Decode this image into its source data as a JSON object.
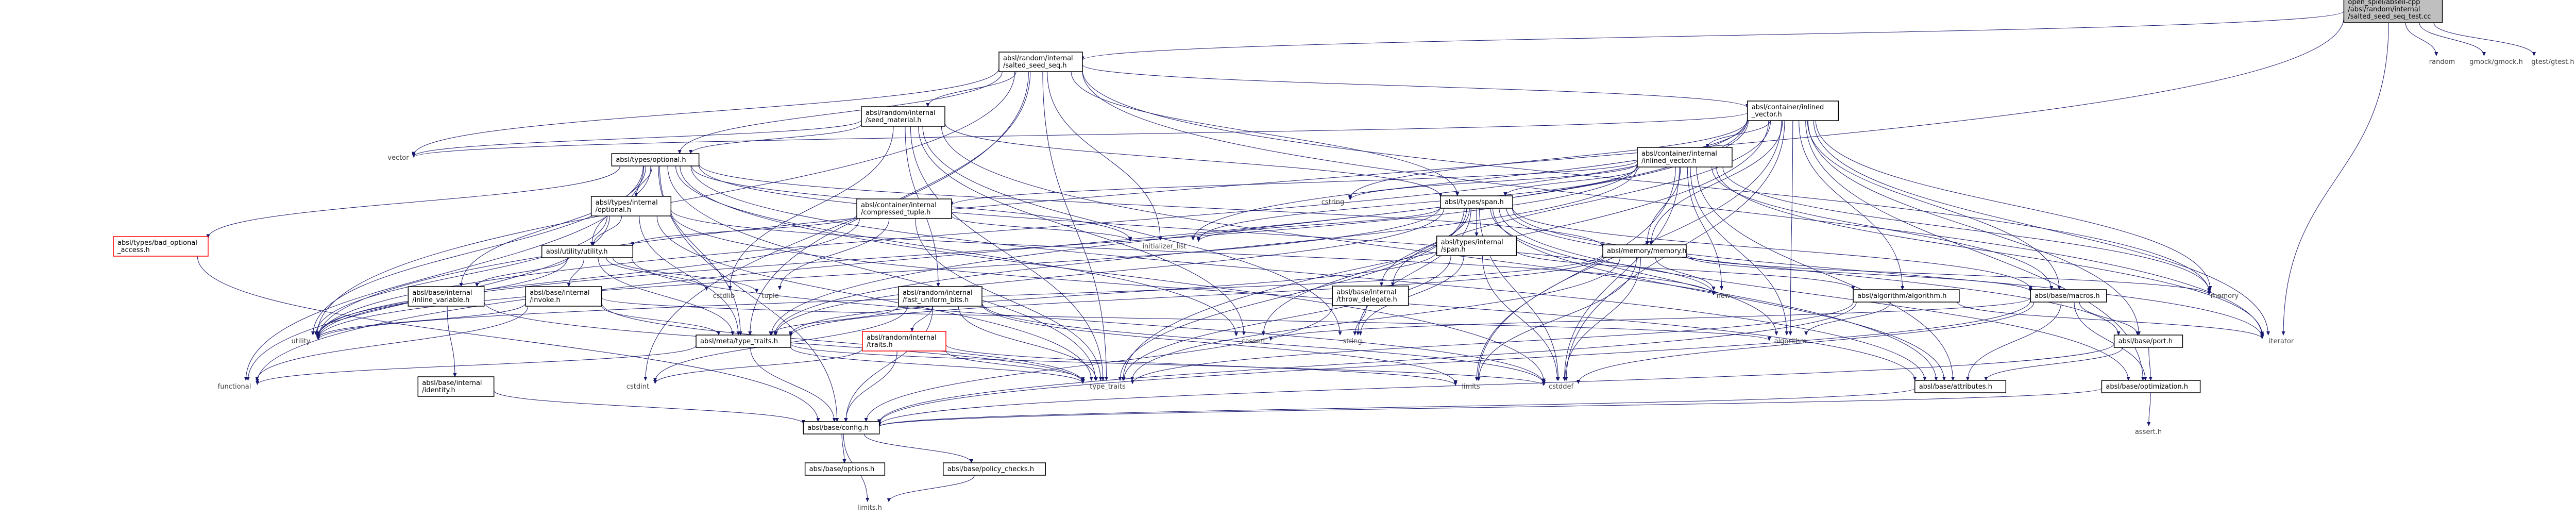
{
  "graph": {
    "colors": {
      "edge": "#191970",
      "box_border": "#000000",
      "root_fill": "#bfbfbf",
      "missing_border": "#ff0000"
    },
    "nodes": {
      "root": {
        "lines": [
          "open_spiel/abseil-cpp",
          "/absl/random/internal",
          "/salted_seed_seq_test.cc"
        ],
        "kind": "root"
      },
      "salted": {
        "lines": [
          "absl/random/internal",
          "/salted_seed_seq.h"
        ],
        "kind": "file"
      },
      "random": {
        "lines": [
          "random"
        ],
        "kind": "ext"
      },
      "gmock": {
        "lines": [
          "gmock/gmock.h"
        ],
        "kind": "ext"
      },
      "gtest": {
        "lines": [
          "gtest/gtest.h"
        ],
        "kind": "ext"
      },
      "seedmat": {
        "lines": [
          "absl/random/internal",
          "/seed_material.h"
        ],
        "kind": "file"
      },
      "inlvec": {
        "lines": [
          "absl/container/inlined",
          "_vector.h"
        ],
        "kind": "file"
      },
      "vector": {
        "lines": [
          "vector"
        ],
        "kind": "ext"
      },
      "optional": {
        "lines": [
          "absl/types/optional.h"
        ],
        "kind": "file"
      },
      "ctinl": {
        "lines": [
          "absl/container/internal",
          "/inlined_vector.h"
        ],
        "kind": "file"
      },
      "badopt": {
        "lines": [
          "absl/types/bad_optional",
          "_access.h"
        ],
        "kind": "missing"
      },
      "topt": {
        "lines": [
          "absl/types/internal",
          "/optional.h"
        ],
        "kind": "file"
      },
      "comptup": {
        "lines": [
          "absl/container/internal",
          "/compressed_tuple.h"
        ],
        "kind": "file"
      },
      "cstring": {
        "lines": [
          "cstring"
        ],
        "kind": "ext"
      },
      "span": {
        "lines": [
          "absl/types/span.h"
        ],
        "kind": "file"
      },
      "initlist": {
        "lines": [
          "initializer_list"
        ],
        "kind": "ext"
      },
      "utility_h": {
        "lines": [
          "absl/utility/utility.h"
        ],
        "kind": "file"
      },
      "tspan": {
        "lines": [
          "absl/types/internal",
          "/span.h"
        ],
        "kind": "file"
      },
      "memory_h": {
        "lines": [
          "absl/memory/memory.h"
        ],
        "kind": "file"
      },
      "new": {
        "lines": [
          "new"
        ],
        "kind": "ext"
      },
      "memory": {
        "lines": [
          "memory"
        ],
        "kind": "ext"
      },
      "cstdlib": {
        "lines": [
          "cstdlib"
        ],
        "kind": "ext"
      },
      "tuple": {
        "lines": [
          "tuple"
        ],
        "kind": "ext"
      },
      "inlvar": {
        "lines": [
          "absl/base/internal",
          "/inline_variable.h"
        ],
        "kind": "file"
      },
      "invoke": {
        "lines": [
          "absl/base/internal",
          "/invoke.h"
        ],
        "kind": "file"
      },
      "fastuni": {
        "lines": [
          "absl/random/internal",
          "/fast_uniform_bits.h"
        ],
        "kind": "file"
      },
      "throwdel": {
        "lines": [
          "absl/base/internal",
          "/throw_delegate.h"
        ],
        "kind": "file"
      },
      "algo_h": {
        "lines": [
          "absl/algorithm/algorithm.h"
        ],
        "kind": "file"
      },
      "macros": {
        "lines": [
          "absl/base/macros.h"
        ],
        "kind": "file"
      },
      "utility": {
        "lines": [
          "utility"
        ],
        "kind": "ext"
      },
      "metatt": {
        "lines": [
          "absl/meta/type_traits.h"
        ],
        "kind": "file"
      },
      "rtraits": {
        "lines": [
          "absl/random/internal",
          "/traits.h"
        ],
        "kind": "missing"
      },
      "cassert": {
        "lines": [
          "cassert"
        ],
        "kind": "ext"
      },
      "string": {
        "lines": [
          "string"
        ],
        "kind": "ext"
      },
      "algorithm": {
        "lines": [
          "algorithm"
        ],
        "kind": "ext"
      },
      "iterator": {
        "lines": [
          "iterator"
        ],
        "kind": "ext"
      },
      "port": {
        "lines": [
          "absl/base/port.h"
        ],
        "kind": "file"
      },
      "functional": {
        "lines": [
          "functional"
        ],
        "kind": "ext"
      },
      "cstdint": {
        "lines": [
          "cstdint"
        ],
        "kind": "ext"
      },
      "identity": {
        "lines": [
          "absl/base/internal",
          "/identity.h"
        ],
        "kind": "file"
      },
      "typetraits": {
        "lines": [
          "type_traits"
        ],
        "kind": "ext"
      },
      "limits": {
        "lines": [
          "limits"
        ],
        "kind": "ext"
      },
      "cstddef": {
        "lines": [
          "cstddef"
        ],
        "kind": "ext"
      },
      "attributes": {
        "lines": [
          "absl/base/attributes.h"
        ],
        "kind": "file"
      },
      "optimization": {
        "lines": [
          "absl/base/optimization.h"
        ],
        "kind": "file"
      },
      "config": {
        "lines": [
          "absl/base/config.h"
        ],
        "kind": "file"
      },
      "assert": {
        "lines": [
          "assert.h"
        ],
        "kind": "ext"
      },
      "options": {
        "lines": [
          "absl/base/options.h"
        ],
        "kind": "file"
      },
      "policy": {
        "lines": [
          "absl/base/policy_checks.h"
        ],
        "kind": "file"
      },
      "limitsh": {
        "lines": [
          "limits.h"
        ],
        "kind": "ext"
      }
    },
    "edges": [
      [
        "root",
        "salted"
      ],
      [
        "root",
        "random"
      ],
      [
        "root",
        "gmock"
      ],
      [
        "root",
        "gtest"
      ],
      [
        "root",
        "iterator"
      ],
      [
        "root",
        "utility"
      ],
      [
        "salted",
        "seedmat"
      ],
      [
        "salted",
        "inlvec"
      ],
      [
        "salted",
        "optional"
      ],
      [
        "salted",
        "span"
      ],
      [
        "salted",
        "initlist"
      ],
      [
        "salted",
        "iterator"
      ],
      [
        "salted",
        "memory"
      ],
      [
        "salted",
        "typetraits"
      ],
      [
        "salted",
        "utility"
      ],
      [
        "salted",
        "vector"
      ],
      [
        "salted",
        "cstdint"
      ],
      [
        "salted",
        "metatt"
      ],
      [
        "seedmat",
        "vector"
      ],
      [
        "seedmat",
        "optional"
      ],
      [
        "seedmat",
        "span"
      ],
      [
        "seedmat",
        "fastuni"
      ],
      [
        "seedmat",
        "string"
      ],
      [
        "seedmat",
        "cstdlib"
      ],
      [
        "seedmat",
        "cassert"
      ],
      [
        "seedmat",
        "attributes"
      ],
      [
        "seedmat",
        "typetraits"
      ],
      [
        "inlvec",
        "ctinl"
      ],
      [
        "inlvec",
        "memory_h"
      ],
      [
        "inlvec",
        "algorithm"
      ],
      [
        "inlvec",
        "cstddef"
      ],
      [
        "inlvec",
        "cstring"
      ],
      [
        "inlvec",
        "initlist"
      ],
      [
        "inlvec",
        "iterator"
      ],
      [
        "inlvec",
        "memory"
      ],
      [
        "inlvec",
        "typetraits"
      ],
      [
        "inlvec",
        "utility"
      ],
      [
        "inlvec",
        "algo_h"
      ],
      [
        "inlvec",
        "throwdel"
      ],
      [
        "inlvec",
        "optimization"
      ],
      [
        "inlvec",
        "port"
      ],
      [
        "inlvec",
        "macros"
      ],
      [
        "inlvec",
        "vector"
      ],
      [
        "inlvec",
        "functional"
      ],
      [
        "inlvec",
        "limits"
      ],
      [
        "inlvec",
        "metatt"
      ],
      [
        "inlvec",
        "stdexcept_none"
      ],
      [
        "optional",
        "badopt"
      ],
      [
        "optional",
        "topt"
      ],
      [
        "optional",
        "utility_h"
      ],
      [
        "optional",
        "inlvar"
      ],
      [
        "optional",
        "metatt"
      ],
      [
        "optional",
        "cassert"
      ],
      [
        "optional",
        "functional"
      ],
      [
        "optional",
        "initlist"
      ],
      [
        "optional",
        "typetraits"
      ],
      [
        "optional",
        "utility"
      ],
      [
        "optional",
        "attributes"
      ],
      [
        "optional",
        "config"
      ],
      [
        "optional",
        "cstddef"
      ],
      [
        "optional",
        "memory_h"
      ],
      [
        "optional",
        "new"
      ],
      [
        "ctinl",
        "comptup"
      ],
      [
        "ctinl",
        "span"
      ],
      [
        "ctinl",
        "memory_h"
      ],
      [
        "ctinl",
        "cstring"
      ],
      [
        "ctinl",
        "algorithm"
      ],
      [
        "ctinl",
        "cstddef"
      ],
      [
        "ctinl",
        "iterator"
      ],
      [
        "ctinl",
        "limits"
      ],
      [
        "ctinl",
        "memory"
      ],
      [
        "ctinl",
        "utility"
      ],
      [
        "ctinl",
        "macros"
      ],
      [
        "ctinl",
        "attributes"
      ],
      [
        "ctinl",
        "metatt"
      ],
      [
        "ctinl",
        "initlist"
      ],
      [
        "ctinl",
        "new"
      ],
      [
        "badopt",
        "config"
      ],
      [
        "topt",
        "utility_h"
      ],
      [
        "topt",
        "metatt"
      ],
      [
        "topt",
        "functional"
      ],
      [
        "topt",
        "new"
      ],
      [
        "topt",
        "typetraits"
      ],
      [
        "topt",
        "utility"
      ],
      [
        "topt",
        "attributes"
      ],
      [
        "comptup",
        "utility_h"
      ],
      [
        "comptup",
        "initlist"
      ],
      [
        "comptup",
        "tuple"
      ],
      [
        "comptup",
        "typetraits"
      ],
      [
        "comptup",
        "utility"
      ],
      [
        "span",
        "tspan"
      ],
      [
        "span",
        "algorithm"
      ],
      [
        "span",
        "cassert"
      ],
      [
        "span",
        "cstddef"
      ],
      [
        "span",
        "initlist"
      ],
      [
        "span",
        "iterator"
      ],
      [
        "span",
        "type_traits_dup"
      ],
      [
        "span",
        "string"
      ],
      [
        "span",
        "throwdel"
      ],
      [
        "span",
        "macros"
      ],
      [
        "span",
        "optimization"
      ],
      [
        "span",
        "port"
      ],
      [
        "span",
        "metatt"
      ],
      [
        "span",
        "attributes"
      ],
      [
        "span",
        "typetraits"
      ],
      [
        "span",
        "utility"
      ],
      [
        "utility_h",
        "inlvar"
      ],
      [
        "utility_h",
        "invoke"
      ],
      [
        "utility_h",
        "metatt"
      ],
      [
        "utility_h",
        "cstddef"
      ],
      [
        "utility_h",
        "cstdlib"
      ],
      [
        "utility_h",
        "tuple"
      ],
      [
        "utility_h",
        "utility"
      ],
      [
        "tspan",
        "algo_h"
      ],
      [
        "tspan",
        "metatt"
      ],
      [
        "tspan",
        "cstddef"
      ],
      [
        "tspan",
        "string"
      ],
      [
        "tspan",
        "typetraits"
      ],
      [
        "memory_h",
        "metatt"
      ],
      [
        "memory_h",
        "cstddef"
      ],
      [
        "memory_h",
        "limits"
      ],
      [
        "memory_h",
        "memory"
      ],
      [
        "memory_h",
        "new"
      ],
      [
        "memory_h",
        "typetraits"
      ],
      [
        "memory_h",
        "utility"
      ],
      [
        "memory_h",
        "macros"
      ],
      [
        "inlvar",
        "identity"
      ],
      [
        "inlvar",
        "typetraits"
      ],
      [
        "invoke",
        "algorithm"
      ],
      [
        "invoke",
        "metatt"
      ],
      [
        "invoke",
        "utility"
      ],
      [
        "invoke",
        "functional"
      ],
      [
        "invoke",
        "typetraits"
      ],
      [
        "fastuni",
        "metatt"
      ],
      [
        "fastuni",
        "rtraits"
      ],
      [
        "fastuni",
        "cstddef"
      ],
      [
        "fastuni",
        "cstdint"
      ],
      [
        "fastuni",
        "limits"
      ],
      [
        "fastuni",
        "typetraits"
      ],
      [
        "fastuni",
        "config"
      ],
      [
        "throwdel",
        "string"
      ],
      [
        "throwdel",
        "config"
      ],
      [
        "algo_h",
        "algorithm"
      ],
      [
        "algo_h",
        "iterator"
      ],
      [
        "algo_h",
        "typetraits"
      ],
      [
        "algo_h",
        "config"
      ],
      [
        "macros",
        "cassert"
      ],
      [
        "macros",
        "cstddef"
      ],
      [
        "macros",
        "attributes"
      ],
      [
        "macros",
        "optimization"
      ],
      [
        "macros",
        "port"
      ],
      [
        "macros",
        "config"
      ],
      [
        "metatt",
        "typetraits"
      ],
      [
        "metatt",
        "config"
      ],
      [
        "metatt",
        "cstddef"
      ],
      [
        "metatt",
        "functional"
      ],
      [
        "rtraits",
        "cstdint"
      ],
      [
        "rtraits",
        "limits"
      ],
      [
        "rtraits",
        "typetraits"
      ],
      [
        "rtraits",
        "config"
      ],
      [
        "port",
        "attributes"
      ],
      [
        "port",
        "optimization"
      ],
      [
        "port",
        "config"
      ],
      [
        "identity",
        "config"
      ],
      [
        "attributes",
        "config"
      ],
      [
        "optimization",
        "assert"
      ],
      [
        "optimization",
        "config"
      ],
      [
        "config",
        "options"
      ],
      [
        "config",
        "policy"
      ],
      [
        "config",
        "limitsh"
      ],
      [
        "policy",
        "limitsh"
      ]
    ]
  }
}
